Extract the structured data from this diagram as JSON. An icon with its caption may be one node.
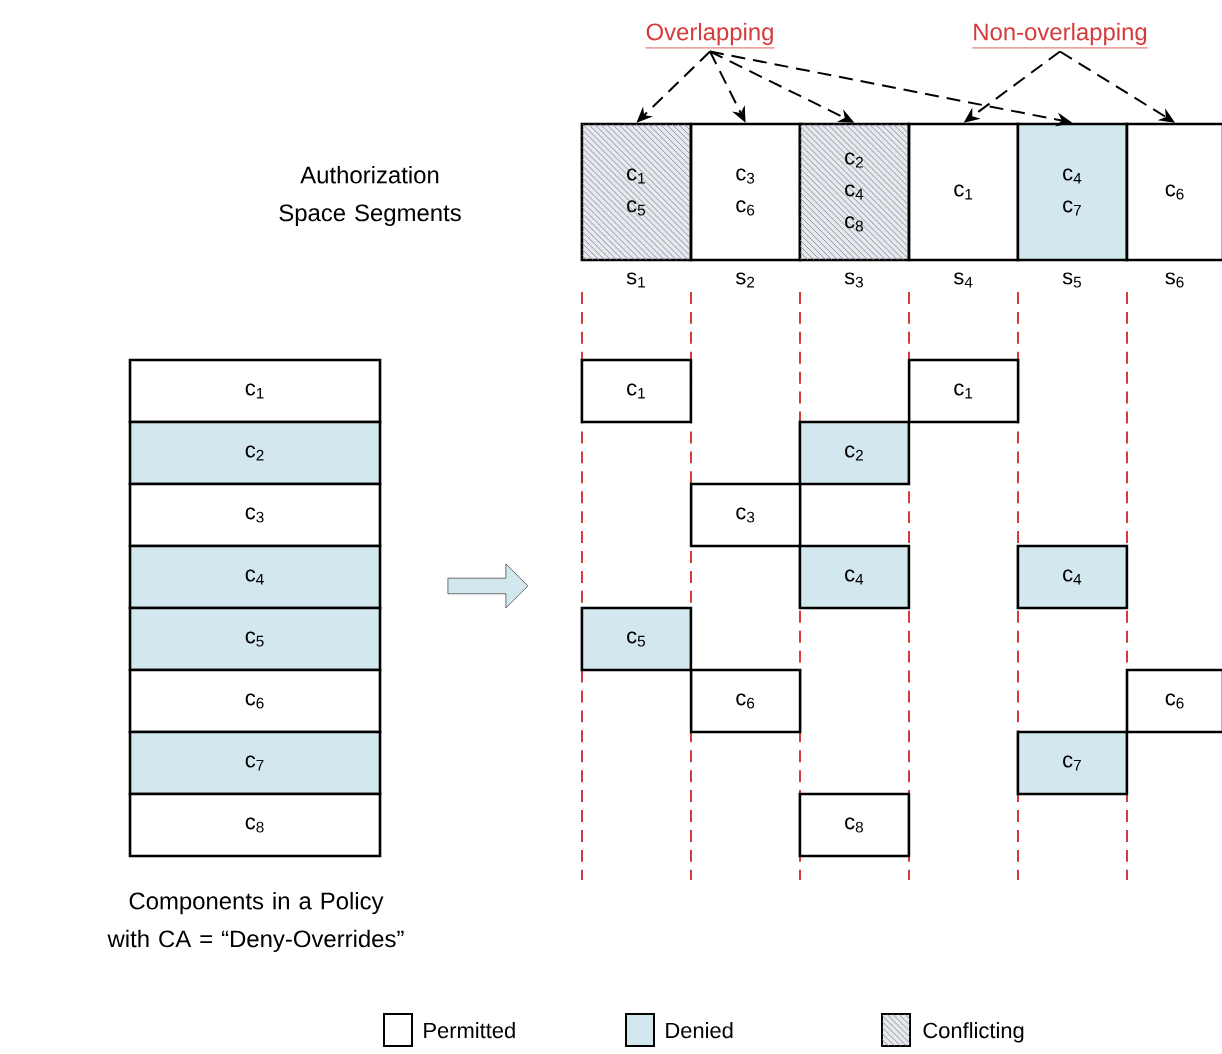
{
  "diagram": {
    "nodes": [
      {
        "text": [
          "Overlapping"
        ]
      },
      {
        "text": [
          "Non-overlapping"
        ]
      },
      {
        "text": [
          "c$_{1}$",
          "c$_{5}$"
        ],
        "beside": [
          "s$_{1}$"
        ]
      },
      {
        "text": [
          "c$_{3}$",
          "c$_{6}$"
        ],
        "beside": [
          "s$_{2}$"
        ]
      },
      {
        "text": [
          "c$_{2}$",
          "c$_{4}$",
          "c$_{8}$"
        ],
        "beside": [
          "s$_{3}$"
        ]
      },
      {
        "text": [
          "c$_{1}$"
        ],
        "beside": [
          "s$_{4}$"
        ]
      },
      {
        "text": [
          "c$_{4}$",
          "c$_{7}$"
        ],
        "beside": [
          "s$_{5}$"
        ]
      },
      {
        "text": [
          "c$_{6}$"
        ],
        "beside": [
          "s$_{6}$"
        ]
      },
      {
        "text": [
          "c$_{1}$"
        ]
      },
      {
        "text": [
          "c$_{2}$"
        ]
      },
      {
        "text": [
          "c$_{3}$"
        ]
      },
      {
        "text": [
          "c$_{4}$"
        ]
      },
      {
        "text": [
          "c$_{5}$"
        ]
      },
      {
        "text": [
          "c$_{6}$"
        ]
      },
      {
        "text": [
          "c$_{7}$"
        ]
      },
      {
        "text": [
          "c$_{8}$"
        ]
      },
      {
        "text": [
          "c$_{1}$"
        ]
      },
      {
        "text": [
          "c$_{1}$"
        ]
      },
      {
        "text": [
          "c$_{2}$"
        ]
      },
      {
        "text": [
          "c$_{3}$"
        ]
      },
      {
        "text": [
          "c$_{4}$"
        ]
      },
      {
        "text": [
          "c$_{4}$"
        ]
      },
      {
        "text": [
          "c$_{5}$"
        ]
      },
      {
        "text": [
          "c$_{6}$"
        ]
      },
      {
        "text": [
          "c$_{6}$"
        ]
      },
      {
        "text": [
          "c$_{7}$"
        ]
      },
      {
        "text": [
          "c$_{8}$"
        ]
      }
    ],
    "edges": [
      {
        "from": 0,
        "to": 2,
        "arrow": "to",
        "style": "dashed"
      },
      {
        "from": 0,
        "to": 3,
        "arrow": "to",
        "style": "dashed"
      },
      {
        "from": 0,
        "to": 4,
        "arrow": "to",
        "style": "dashed"
      },
      {
        "from": 0,
        "to": 6,
        "arrow": "to",
        "style": "dashed"
      },
      {
        "from": 1,
        "to": 5,
        "arrow": "to",
        "style": "dashed"
      },
      {
        "from": 1,
        "to": 7,
        "arrow": "to",
        "style": "dashed"
      }
    ],
    "labels": [
      "Authorization Space Segments",
      "Components in a Policy with CA = “Deny-Overrides”"
    ],
    "legend": [
      {
        "text": "Permitted"
      },
      {
        "text": "Denied",
        "color": "#d3e8ee"
      },
      {
        "text": "Conflicting"
      }
    ]
  }
}
